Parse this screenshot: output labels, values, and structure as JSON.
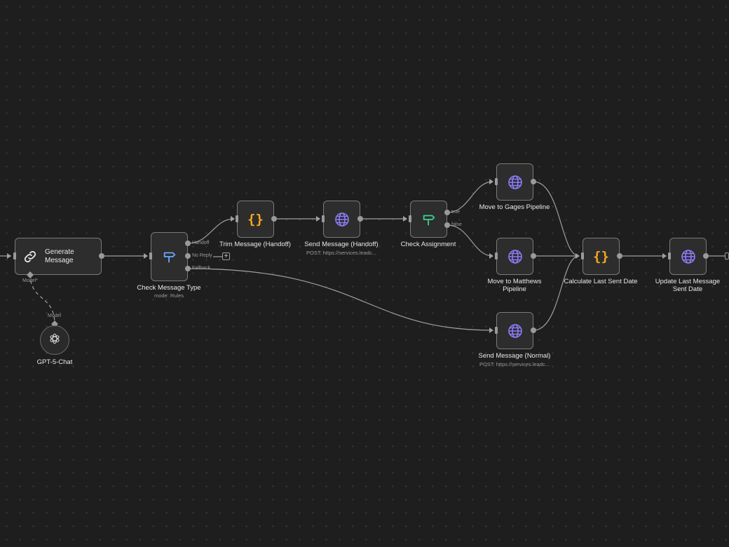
{
  "canvas": {
    "background": "#1e1e1e",
    "node_border": "#7a7a7a",
    "connection_color": "#a0a0a0",
    "code_icon_color": "#f5a623",
    "http_icon_color": "#8b7cf6",
    "switch_icon_color": "#6aa8ff",
    "if_icon_color": "#3ecf8e"
  },
  "nodes": {
    "generate_message": {
      "title": "Generate Message",
      "port_label": "Model*",
      "icon": "link-icon"
    },
    "gpt_model": {
      "title": "GPT-5-Chat",
      "port_label": "Model",
      "icon": "openai-icon"
    },
    "check_message_type": {
      "title": "Check Message Type",
      "subtitle": "mode: Rules",
      "icon": "signpost-icon",
      "outputs": [
        "Handoff",
        "No Reply",
        "Fallback"
      ]
    },
    "trim_message": {
      "title": "Trim Message (Handoff)",
      "icon": "code-braces-icon"
    },
    "send_handoff": {
      "title": "Send Message (Handoff)",
      "subtitle": "POST: https://services.leadc...",
      "icon": "globe-icon"
    },
    "check_assignment": {
      "title": "Check Assignment",
      "icon": "signpost-icon",
      "outputs": [
        "true",
        "false"
      ]
    },
    "move_gages": {
      "title": "Move to Gages Pipeline",
      "icon": "globe-icon"
    },
    "move_matthews": {
      "title": "Move to Matthews Pipeline",
      "icon": "globe-icon"
    },
    "send_normal": {
      "title": "Send Message (Normal)",
      "subtitle": "POST: https://services.leadc...",
      "icon": "globe-icon"
    },
    "calc_last_sent": {
      "title": "Calculate Last Sent Date",
      "icon": "code-braces-icon"
    },
    "update_last_sent": {
      "title": "Update Last Message Sent Date",
      "icon": "globe-icon"
    }
  }
}
